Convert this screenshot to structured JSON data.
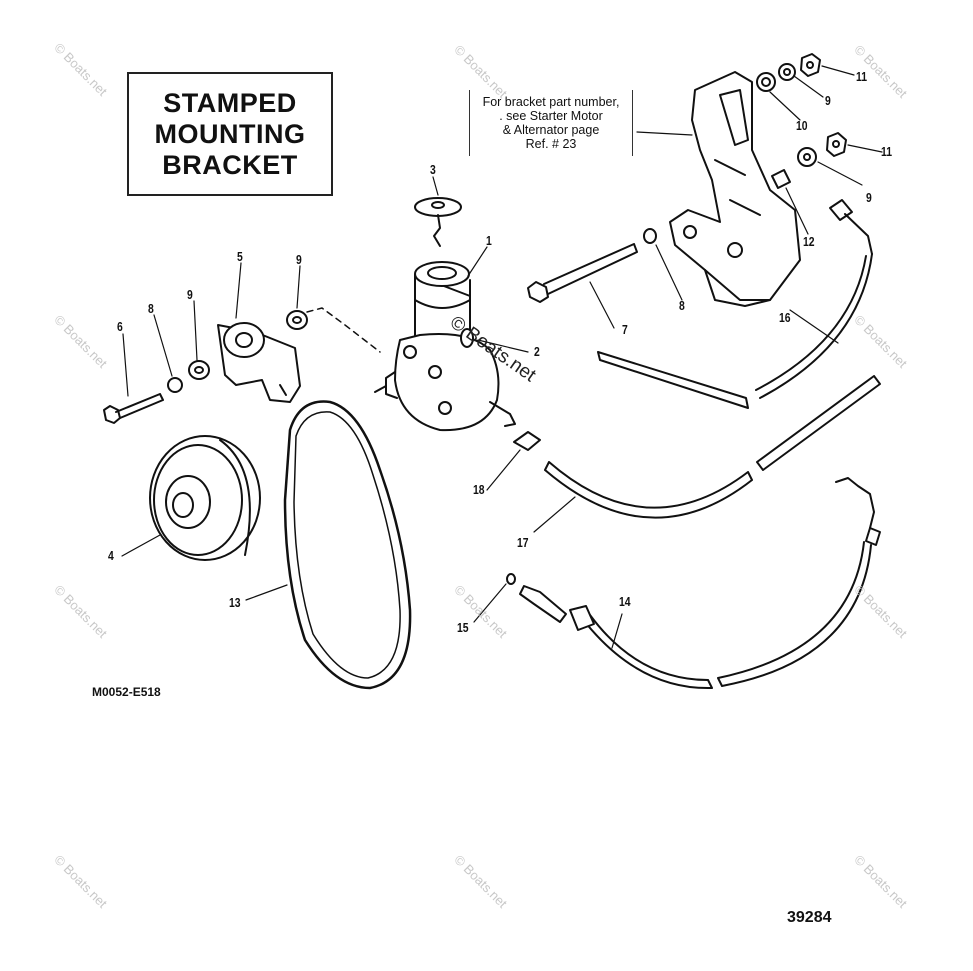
{
  "title": {
    "line1": "STAMPED",
    "line2": "MOUNTING",
    "line3": "BRACKET"
  },
  "note": {
    "line1": "For bracket part number,",
    "line2": ". see Starter Motor",
    "line3": "& Alternator page",
    "line4": "Ref. # 23"
  },
  "callouts": {
    "c1": "1",
    "c2": "2",
    "c3": "3",
    "c4": "4",
    "c5": "5",
    "c6": "6",
    "c7": "7",
    "c8a": "8",
    "c8b": "8",
    "c9a": "9",
    "c9b": "9",
    "c9c": "9",
    "c9d": "9",
    "c10": "10",
    "c11a": "11",
    "c11b": "11",
    "c12": "12",
    "c13": "13",
    "c14": "14",
    "c15": "15",
    "c16": "16",
    "c17": "17",
    "c18": "18"
  },
  "drawing_code": "M0052-E518",
  "part_number": "39284",
  "watermark": "© Boats.net"
}
